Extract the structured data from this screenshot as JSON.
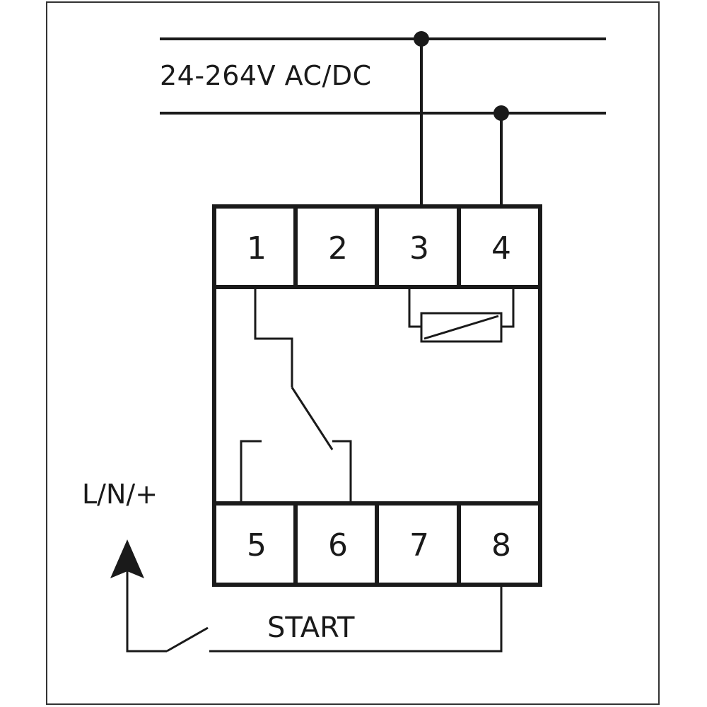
{
  "labels": {
    "supply_voltage": "24-264V AC/DC",
    "input_polarity": "L/N/+",
    "start_switch": "START"
  },
  "terminals": {
    "top": [
      "1",
      "2",
      "3",
      "4"
    ],
    "bottom": [
      "5",
      "6",
      "7",
      "8"
    ]
  },
  "colors": {
    "line": "#1a1a1a",
    "frame": "#333333",
    "background": "#ffffff"
  }
}
